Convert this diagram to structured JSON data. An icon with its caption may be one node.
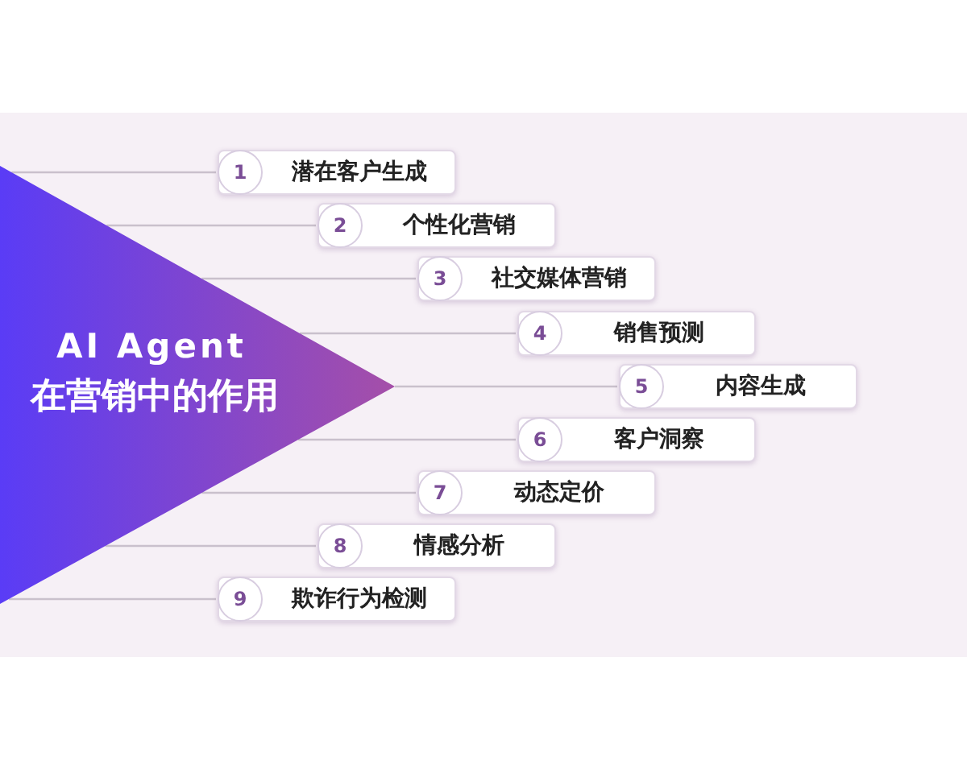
{
  "diagram": {
    "nodes": [
      {
        "text": [
          "AI Agent",
          "在营销中的作用"
        ]
      },
      {
        "text": [
          "1",
          "潜在客户生成"
        ]
      },
      {
        "text": [
          "2",
          "个性化营销"
        ]
      },
      {
        "text": [
          "3",
          "社交媒体营销"
        ]
      },
      {
        "text": [
          "4",
          "销售预测"
        ]
      },
      {
        "text": [
          "5",
          "内容生成"
        ]
      },
      {
        "text": [
          "6",
          "客户洞察"
        ]
      },
      {
        "text": [
          "7",
          "动态定价"
        ]
      },
      {
        "text": [
          "8",
          "情感分析"
        ]
      },
      {
        "text": [
          "9",
          "欺诈行为检测"
        ]
      }
    ],
    "edges": [
      {
        "from": 0,
        "to": 1,
        "arrow": "none"
      },
      {
        "from": 0,
        "to": 2,
        "arrow": "none"
      },
      {
        "from": 0,
        "to": 3,
        "arrow": "none"
      },
      {
        "from": 0,
        "to": 4,
        "arrow": "none"
      },
      {
        "from": 0,
        "to": 5,
        "arrow": "none"
      },
      {
        "from": 0,
        "to": 6,
        "arrow": "none"
      },
      {
        "from": 0,
        "to": 7,
        "arrow": "none"
      },
      {
        "from": 0,
        "to": 8,
        "arrow": "none"
      },
      {
        "from": 0,
        "to": 9,
        "arrow": "none"
      }
    ]
  }
}
